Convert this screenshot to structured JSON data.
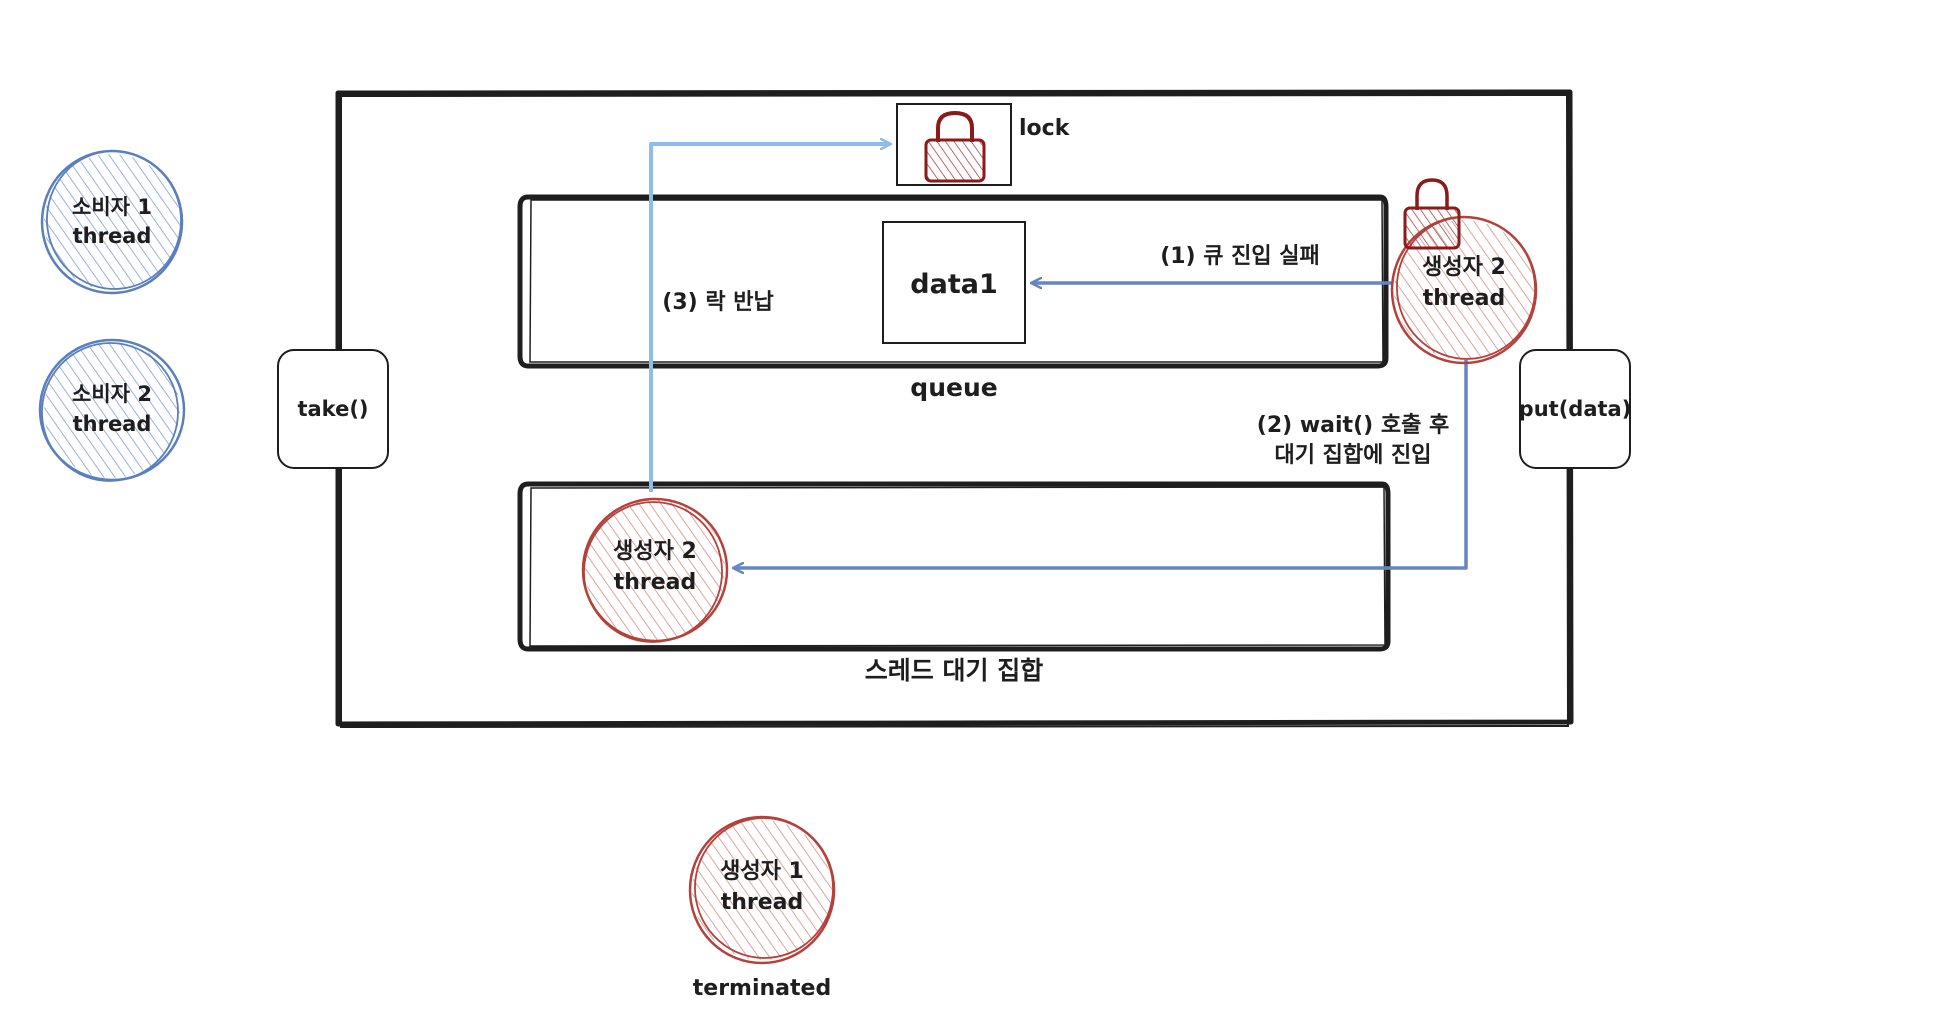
{
  "consumers": [
    {
      "line1": "소비자 1",
      "line2": "thread"
    },
    {
      "line1": "소비자 2",
      "line2": "thread"
    }
  ],
  "methods": {
    "take": "take()",
    "put": "put(data)"
  },
  "lock": {
    "label": "lock"
  },
  "queue": {
    "label": "queue",
    "item": "data1"
  },
  "wait_set": {
    "label": "스레드 대기 집합"
  },
  "producer_active": {
    "line1": "생성자 2",
    "line2": "thread"
  },
  "producer_waiting": {
    "line1": "생성자 2",
    "line2": "thread"
  },
  "producer_done": {
    "line1": "생성자 1",
    "line2": "thread",
    "status": "terminated"
  },
  "steps": {
    "step1": "(1) 큐 진입 실패",
    "step2_line1": "(2) wait() 호출 후",
    "step2_line2": "대기 집합에 진입",
    "step3": "(3) 락 반납"
  },
  "colors": {
    "consumer": "#5b7fbe",
    "producer": "#b5413b",
    "lock": "#8b1a1a",
    "arrow_dark": "#6686bf",
    "arrow_light": "#8fbce8",
    "stroke": "#1e1e1e"
  }
}
